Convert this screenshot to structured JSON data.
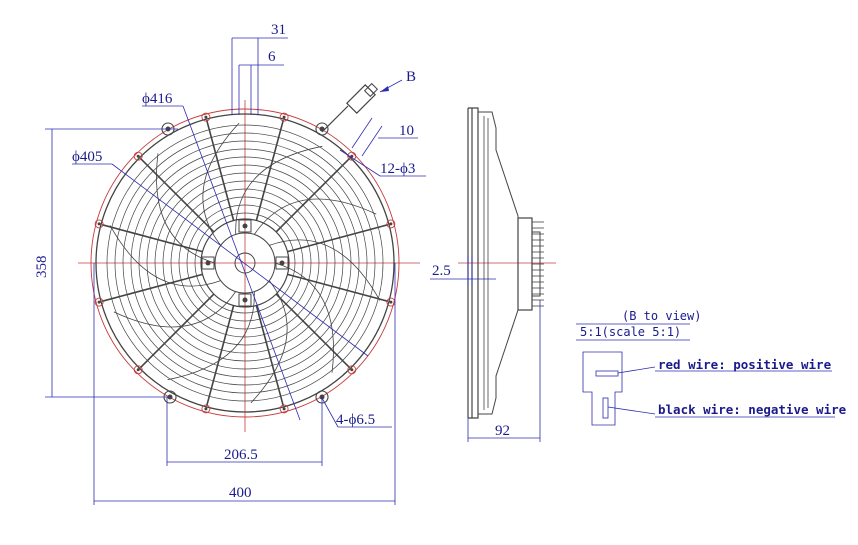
{
  "front_view": {
    "dims": {
      "d31": "31",
      "d6": "6",
      "b_ref": "B",
      "phi416": "ϕ416",
      "phi405": "ϕ405",
      "d10": "10",
      "holes_12": "12-ϕ3",
      "h358": "358",
      "holes_4": "4-ϕ6.5",
      "w206": "206.5",
      "w400": "400"
    }
  },
  "side_view": {
    "dims": {
      "d2_5": "2.5",
      "d92": "92"
    }
  },
  "detail_view": {
    "title": "(B to view)",
    "scale": "5:1(scale 5:1)",
    "red_wire": "red wire: positive wire",
    "black_wire": "black wire: negative wire"
  },
  "colors": {
    "dimension": "#1a1a8c",
    "body_line": "#444444",
    "center_line": "#c63b3b"
  }
}
